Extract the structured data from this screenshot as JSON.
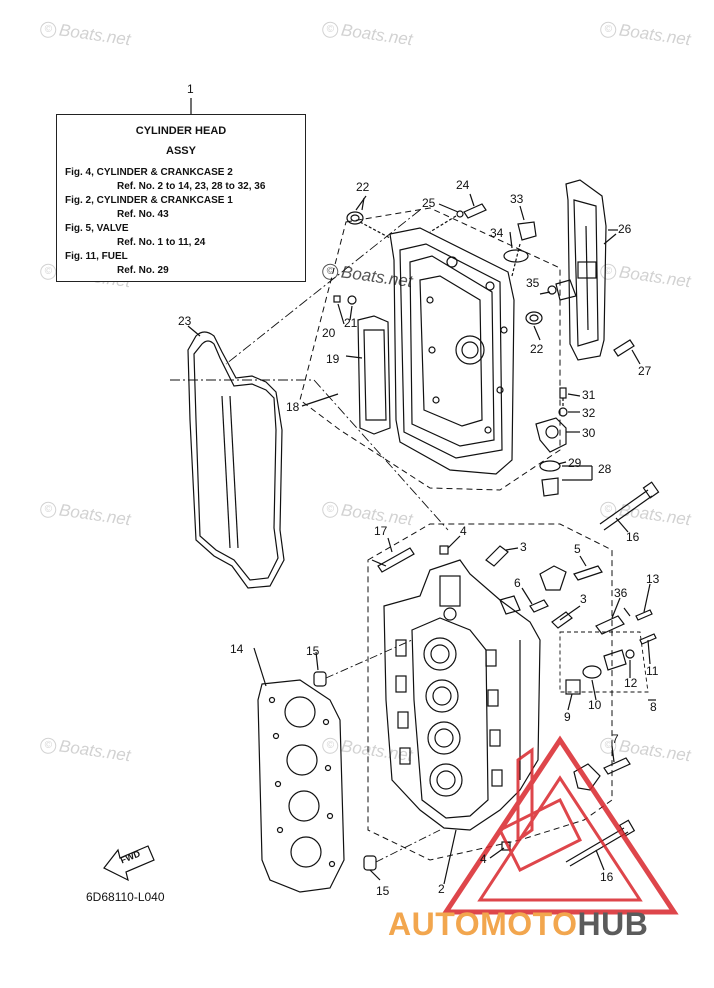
{
  "watermark": {
    "text": "Boats.net"
  },
  "title_box": {
    "ref_number": "1",
    "title_line1": "CYLINDER HEAD",
    "title_line2": "ASSY",
    "lines": [
      "Fig. 4, CYLINDER & CRANKCASE 2",
      "Ref. No. 2 to 14, 23, 28 to 32, 36",
      "Fig. 2, CYLINDER & CRANKCASE 1",
      "Ref. No. 43",
      "Fig. 5, VALVE",
      "Ref. No. 1 to 11, 24",
      "Fig. 11, FUEL",
      "Ref. No. 29"
    ]
  },
  "callouts": {
    "c2": "2",
    "c3a": "3",
    "c3b": "3",
    "c4a": "4",
    "c4b": "4",
    "c5": "5",
    "c6": "6",
    "c7": "7",
    "c8": "8",
    "c9": "9",
    "c10": "10",
    "c11": "11",
    "c12": "12",
    "c13": "13",
    "c14": "14",
    "c15a": "15",
    "c15b": "15",
    "c16a": "16",
    "c16b": "16",
    "c17": "17",
    "c18": "18",
    "c19": "19",
    "c20": "20",
    "c21": "21",
    "c22a": "22",
    "c22b": "22",
    "c23": "23",
    "c24": "24",
    "c25": "25",
    "c26": "26",
    "c27": "27",
    "c28": "28",
    "c29": "29",
    "c30": "30",
    "c31": "31",
    "c32": "32",
    "c33": "33",
    "c34": "34",
    "c35": "35",
    "c36": "36"
  },
  "fwd_label": "FWD",
  "drawing_code": "6D68110-L040",
  "logo": {
    "part1": "AUTOMOTO",
    "part2": "HUB",
    "color_orange": "#f2a64e",
    "color_gray": "#5b5b5b",
    "triangle_color": "#d9262c"
  }
}
